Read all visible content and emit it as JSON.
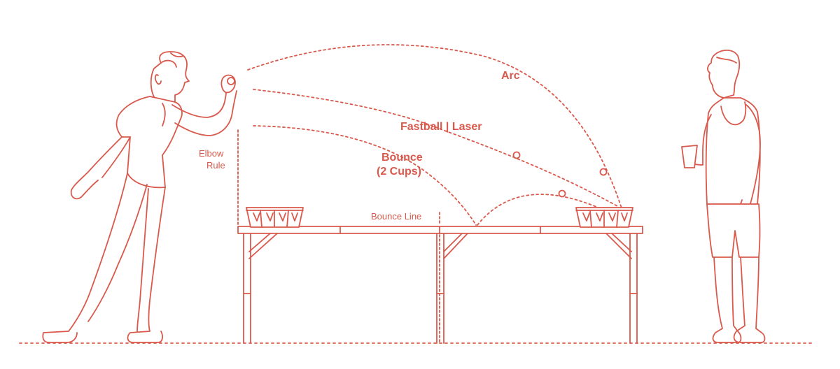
{
  "colors": {
    "stroke": "#d9594c",
    "background": "#ffffff"
  },
  "labels": {
    "arc": "Arc",
    "fastball": "Fastball | Laser",
    "bounce_line1": "Bounce",
    "bounce_line2": "(2 Cups)",
    "bounce_line_mark": "Bounce Line",
    "elbow_line1": "Elbow",
    "elbow_line2": "Rule"
  },
  "cups": {
    "left_count": 4,
    "right_count": 4
  }
}
